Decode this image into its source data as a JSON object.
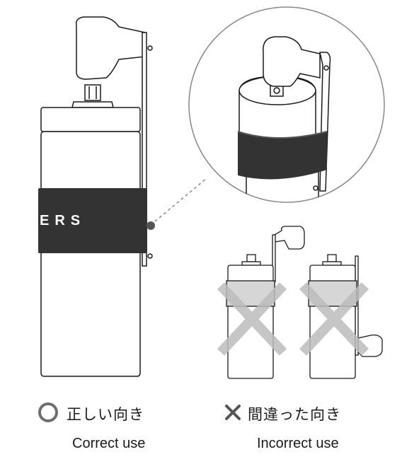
{
  "band_text": "ERS",
  "correct": {
    "symbol": "circle-icon",
    "label_ja": "正しい向き",
    "label_en": "Correct use"
  },
  "incorrect": {
    "symbol": "cross-icon",
    "label_ja": "間違った向き",
    "label_en": "Incorrect use"
  },
  "colors": {
    "line": "#1a1a1a",
    "band": "#333333",
    "cross": "#bdbdbd",
    "circle": "#6e6e6e",
    "dash": "#888888"
  }
}
